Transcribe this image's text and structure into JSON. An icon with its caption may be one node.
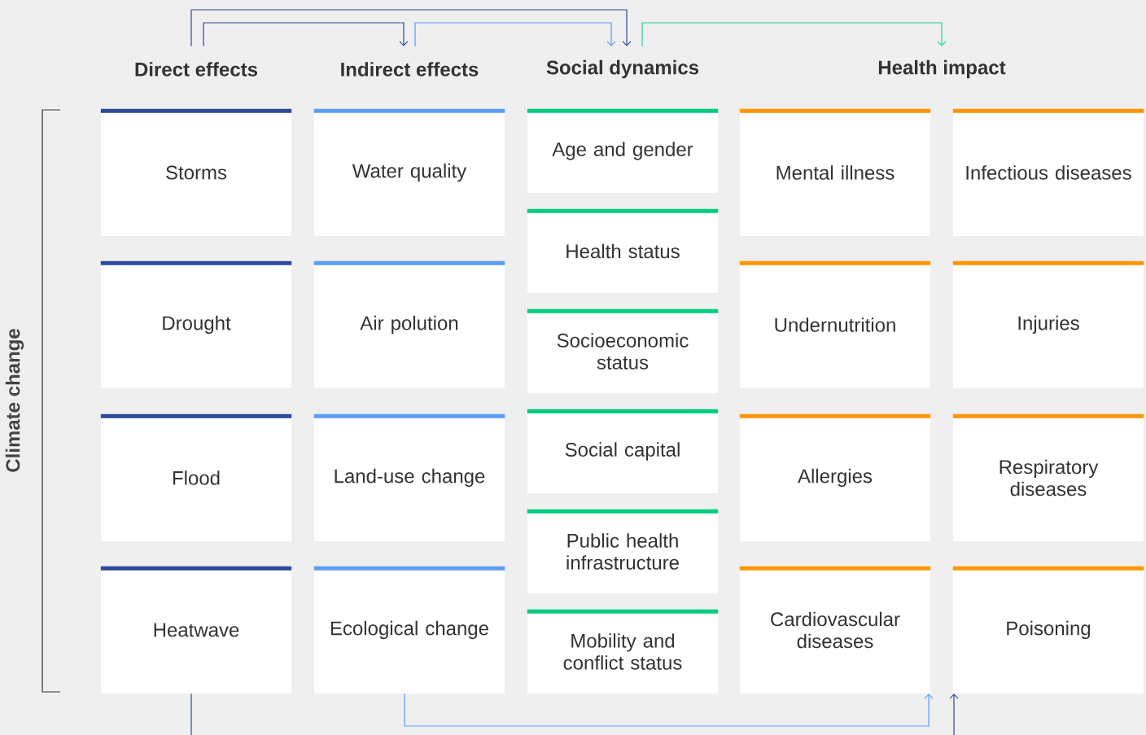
{
  "diagram": {
    "nodes": [
      {
        "text": [
          "Direct effects"
        ]
      },
      {
        "text": [
          "Indirect effects"
        ]
      },
      {
        "text": [
          "Social dynamics"
        ]
      },
      {
        "text": [
          "Health impact"
        ]
      },
      {
        "text": [
          "Storms"
        ]
      },
      {
        "text": [
          "Drought"
        ]
      },
      {
        "text": [
          "Flood"
        ]
      },
      {
        "text": [
          "Heatwave"
        ]
      },
      {
        "text": [
          "Water quality"
        ]
      },
      {
        "text": [
          "Air polution"
        ]
      },
      {
        "text": [
          "Land-use change"
        ]
      },
      {
        "text": [
          "Ecological change"
        ]
      },
      {
        "text": [
          "Age and gender"
        ]
      },
      {
        "text": [
          "Health status"
        ]
      },
      {
        "text": [
          "Socioeconomic status"
        ]
      },
      {
        "text": [
          "Social capital"
        ]
      },
      {
        "text": [
          "Public health infrastructure"
        ]
      },
      {
        "text": [
          "Mobility and conflict status"
        ]
      },
      {
        "text": [
          "Mental illness"
        ]
      },
      {
        "text": [
          "Infectious diseases"
        ]
      },
      {
        "text": [
          "Undernutrition"
        ]
      },
      {
        "text": [
          "Injuries"
        ]
      },
      {
        "text": [
          "Allergies"
        ]
      },
      {
        "text": [
          "Respiratory diseases"
        ]
      },
      {
        "text": [
          "Cardiovascular diseases"
        ]
      },
      {
        "text": [
          "Poisoning"
        ]
      }
    ],
    "edges": [
      {
        "from": 0,
        "to": 2,
        "arrow": "to",
        "color": "#2c4a9a"
      },
      {
        "from": 0,
        "to": 1,
        "arrow": "to",
        "color": "#2c4a9a"
      },
      {
        "from": 1,
        "to": 2,
        "arrow": "to",
        "color": "#5b9cf5"
      },
      {
        "from": 2,
        "to": 3,
        "arrow": "to",
        "color": "#1fd68a"
      },
      {
        "from": 11,
        "to": 24,
        "arrow": "to",
        "color": "#5b9cf5"
      },
      {
        "from": 7,
        "to": 25,
        "arrow": "to",
        "color": "#2c4a9a"
      }
    ],
    "labels": [
      "Climate change"
    ]
  }
}
